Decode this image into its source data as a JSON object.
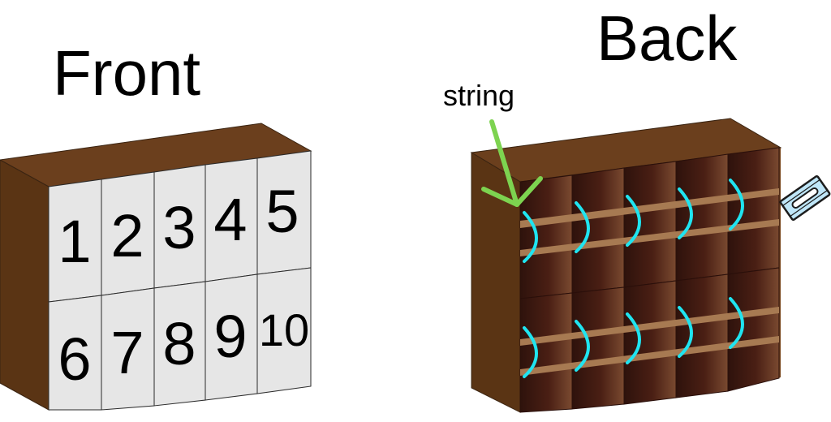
{
  "front": {
    "title": "Front",
    "numbers_top": [
      "1",
      "2",
      "3",
      "4",
      "5"
    ],
    "numbers_bottom": [
      "6",
      "7",
      "8",
      "9",
      "10"
    ]
  },
  "back": {
    "title": "Back",
    "string_label": "string"
  },
  "colors": {
    "wood_top": "#6B3F1D",
    "wood_side": "#5A3414",
    "wood_front": "#7A4A22",
    "cell_paper": "#E6E6E6",
    "cell_border": "#2b2b2b",
    "interior_dark": "#3A1710",
    "interior_light": "#6A3A24",
    "slat": "#A77A52",
    "string": "#1FE4F0",
    "arrow": "#7DD350",
    "blade": "#BFE6F8"
  }
}
